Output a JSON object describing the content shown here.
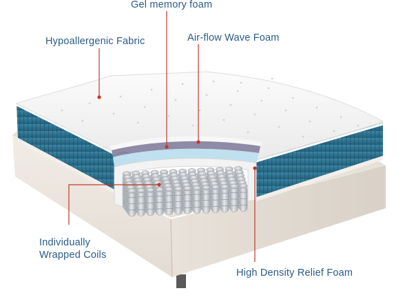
{
  "colors": {
    "label_text": "#2a5a88",
    "leader_line": "#c0392b",
    "cover_teal": "#2f7390",
    "quilt_top": "#f4f4f4",
    "base": "#ece6df",
    "coil": "#c9cdd2",
    "gel_layer": "#bfe0ef",
    "airflow_layer": "#8f8aa6"
  },
  "labels": {
    "gel_memory_foam": "Gel memory foam",
    "hypoallergenic_fabric": "Hypoallergenic Fabric",
    "air_flow_wave_foam": "Air-flow Wave Foam",
    "individually_wrapped_coils_line1": "Individually",
    "individually_wrapped_coils_line2": "Wrapped Coils",
    "high_density_relief_foam": "High Density Relief Foam"
  },
  "icons": {
    "mattress": "mattress-illustration",
    "bed_base": "bed-base-illustration"
  }
}
